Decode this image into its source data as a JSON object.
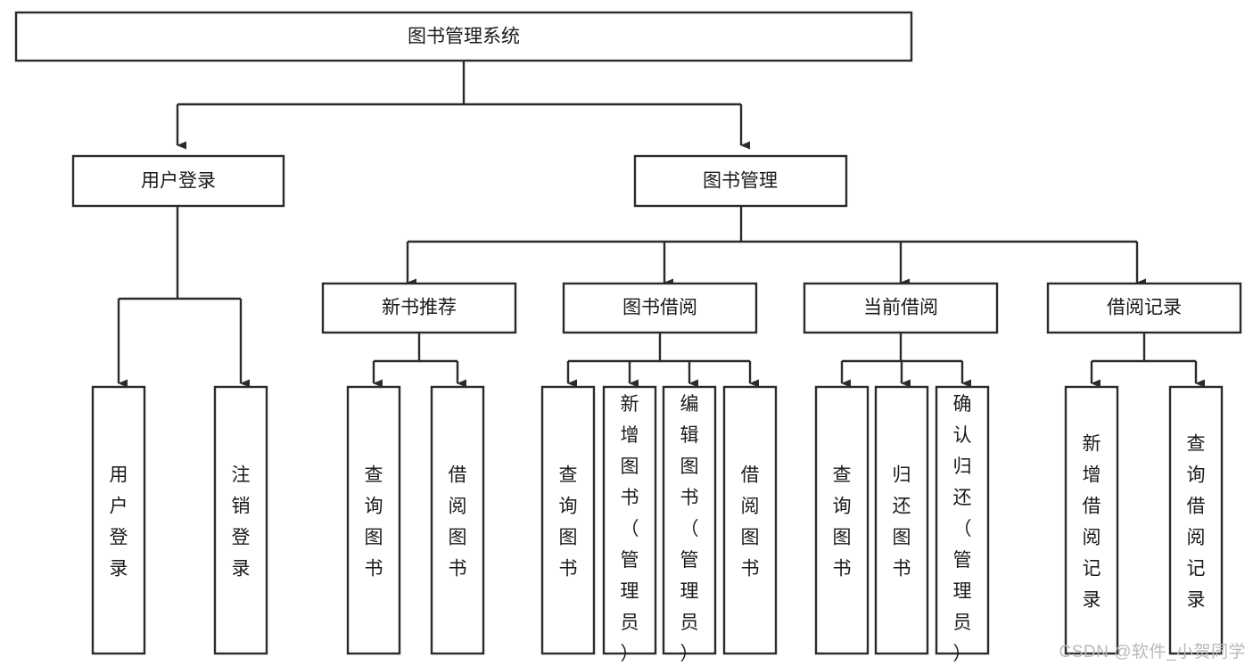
{
  "diagram": {
    "type": "tree-hierarchy",
    "title": "图书管理系统",
    "watermark": "CSDN @软件_小贺同学",
    "colors": {
      "background": "#ffffff",
      "stroke": "#2b2b2b",
      "box_fill": "#ffffff",
      "text": "#1a1a1a",
      "watermark": "#b9b9b9"
    },
    "levels": {
      "root": {
        "label": "图书管理系统"
      },
      "level1": [
        {
          "label": "用户登录"
        },
        {
          "label": "图书管理"
        }
      ],
      "level2": [
        {
          "label": "新书推荐"
        },
        {
          "label": "图书借阅"
        },
        {
          "label": "当前借阅"
        },
        {
          "label": "借阅记录"
        }
      ],
      "leaves_user_login": [
        {
          "label": "用户登录"
        },
        {
          "label": "注销登录"
        }
      ],
      "leaves_new_book": [
        {
          "label": "查询图书"
        },
        {
          "label": "借阅图书"
        }
      ],
      "leaves_borrow": [
        {
          "label": "查询图书"
        },
        {
          "label": "新增图书（管理员）"
        },
        {
          "label": "编辑图书（管理员）"
        },
        {
          "label": "借阅图书"
        }
      ],
      "leaves_current": [
        {
          "label": "查询图书"
        },
        {
          "label": "归还图书"
        },
        {
          "label": "确认归还（管理员）"
        }
      ],
      "leaves_record": [
        {
          "label": "新增借阅记录"
        },
        {
          "label": "查询借阅记录"
        }
      ]
    }
  }
}
